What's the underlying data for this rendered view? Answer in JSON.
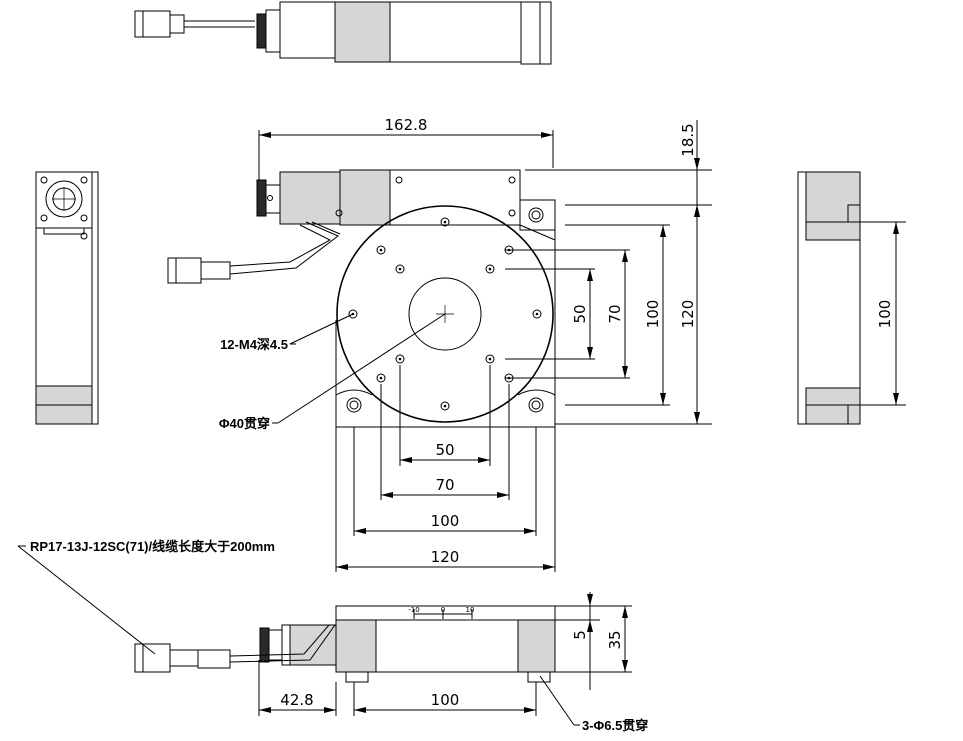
{
  "dimensions": {
    "overall_width": "162.8",
    "top_offset": "18.5",
    "h50": "50",
    "h70": "70",
    "h100": "100",
    "h120": "120",
    "v50": "50",
    "v70": "70",
    "v100": "100",
    "v120": "120",
    "side_100": "100",
    "motor_len": "42.8",
    "bottom_100": "100",
    "height_5": "5",
    "height_35": "35"
  },
  "callouts": {
    "tapped_holes": "12-M4深4.5",
    "center_hole": "Φ40贯穿",
    "cable": "RP17-13J-12SC(71)/线缆长度大于200mm",
    "mount_holes": "3-Φ6.5贯穿"
  },
  "scale": {
    "left": "-10",
    "mid": "0",
    "right": "10"
  }
}
